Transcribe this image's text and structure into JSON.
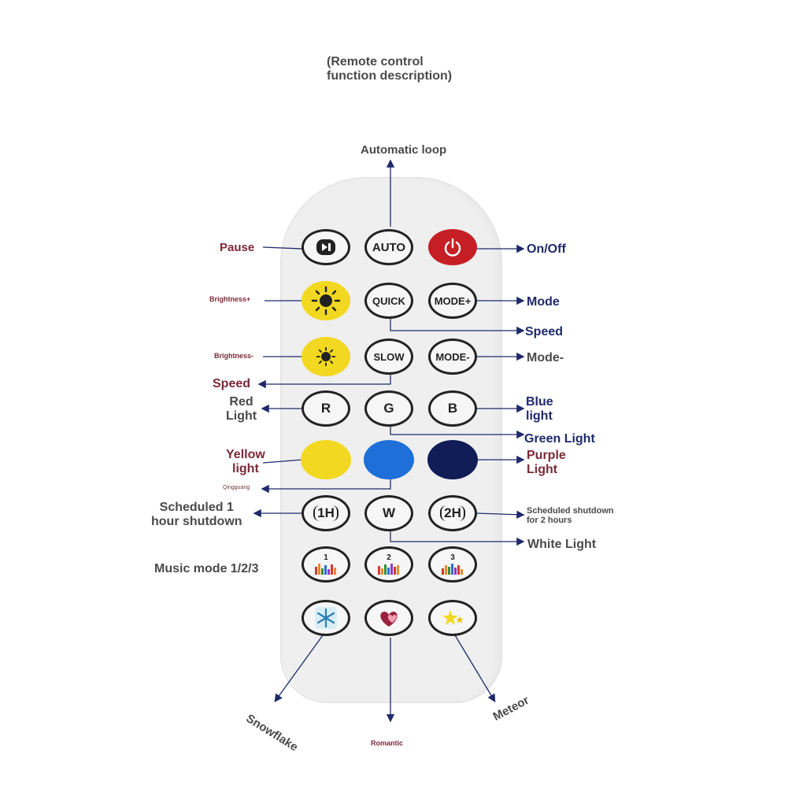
{
  "title": "(Remote control\nfunction description)",
  "title_line1": "(Remote control",
  "title_line2": "function description)",
  "colors": {
    "power": "#c51f25",
    "yellow": "#f2d820",
    "blue": "#1e6fd8",
    "navy": "#101d56",
    "label_navy": "#1f2a6b",
    "label_maroon": "#7a2a3a"
  },
  "buttons": {
    "pause": {
      "icon": "play-pause-icon"
    },
    "auto": {
      "text": "AUTO"
    },
    "power": {
      "icon": "power-icon"
    },
    "bright_up": {
      "icon": "sun-icon"
    },
    "quick": {
      "text": "QUICK"
    },
    "mode_plus": {
      "text": "MODE+"
    },
    "bright_down": {
      "icon": "sun-icon"
    },
    "slow": {
      "text": "SLOW"
    },
    "mode_minus": {
      "text": "MODE-"
    },
    "r": {
      "text": "R"
    },
    "g": {
      "text": "G"
    },
    "b": {
      "text": "B"
    },
    "timer1": {
      "text": "1H"
    },
    "w": {
      "text": "W"
    },
    "timer2": {
      "text": "2H"
    },
    "music1": {
      "num": "1"
    },
    "music2": {
      "num": "2"
    },
    "music3": {
      "num": "3"
    },
    "snow": {
      "icon": "snowflake-icon"
    },
    "romantic": {
      "icon": "hearts-icon"
    },
    "meteor": {
      "icon": "stars-icon"
    }
  },
  "labels": {
    "automatic_loop": "Automatic loop",
    "pause": "Pause",
    "on_off": "On/Off",
    "brightness_up": "Brightness+",
    "mode": "Mode",
    "speed_up": "Speed",
    "brightness_down": "Brightness-",
    "mode_minus": "Mode-",
    "speed_down": "Speed",
    "red_1": "Red",
    "red_2": "Light",
    "blue_1": "Blue",
    "blue_2": "light",
    "green": "Green Light",
    "yellow_1": "Yellow",
    "yellow_2": "light",
    "purple_1": "Purple",
    "purple_2": "Light",
    "qingguang": "Qingguang",
    "sched1_1": "Scheduled 1",
    "sched1_2": "hour shutdown",
    "sched2_1": "Scheduled shutdown",
    "sched2_2": "for 2 hours",
    "white": "White Light",
    "music": "Music mode 1/2/3",
    "snowflake": "Snowflake",
    "romantic": "Romantic",
    "meteor": "Meteor"
  }
}
